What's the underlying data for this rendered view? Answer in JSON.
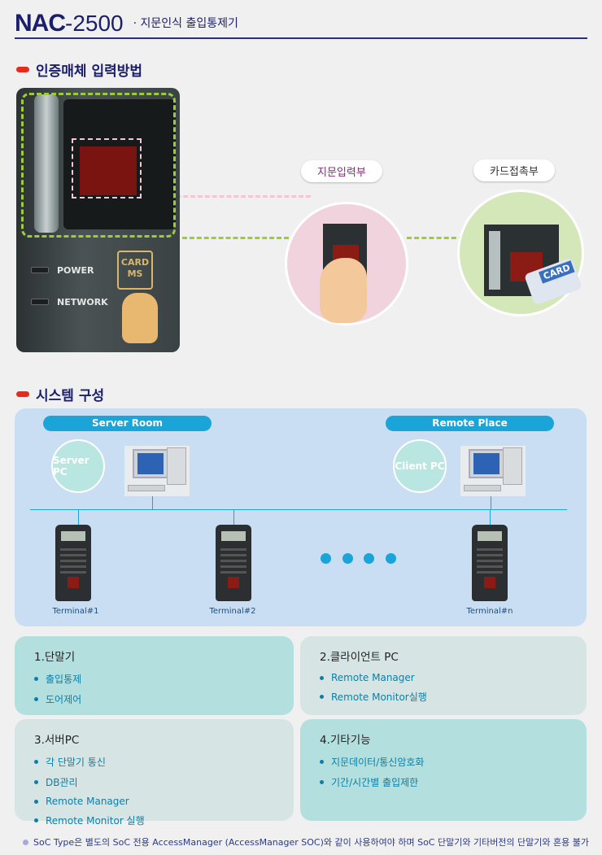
{
  "header": {
    "model": "NAC",
    "model_num": "-2500",
    "subtitle": "· 지문인식 출입통제기"
  },
  "section1": {
    "title": "인증매체 입력방법",
    "device": {
      "power": "POWER",
      "network": "NETWORK",
      "card": "CARD",
      "ms": "MS"
    },
    "fingerprint_label": "지문입력부",
    "card_label": "카드접촉부",
    "card_text": "CARD"
  },
  "section2": {
    "title": "시스템 구성",
    "server_room": "Server Room",
    "remote_place": "Remote Place",
    "server_pc": "Server PC",
    "client_pc": "Client PC",
    "terminals": [
      "Terminal#1",
      "Terminal#2",
      "Terminal#n"
    ]
  },
  "boxes": [
    {
      "title": "1.단말기",
      "items": [
        "출입통제",
        "도어제어"
      ]
    },
    {
      "title": "2.클라이언트 PC",
      "items": [
        "Remote Manager",
        "Remote Monitor실행"
      ]
    },
    {
      "title": "3.서버PC",
      "items": [
        "각 단말기 통신",
        "DB관리",
        "Remote Manager",
        "Remote Monitor 실행"
      ]
    },
    {
      "title": "4.기타기능",
      "items": [
        "지문데이터/통신암호화",
        "기간/시간별 출입제한"
      ]
    }
  ],
  "note": "SoC Type은 별도의 SoC 전용 AccessManager (AccessManager SOC)와 같이 사용하여야 하며 SoC 단말기와 기타버전의 단말기와 혼용 불가",
  "colors": {
    "accent": "#1aa4d8",
    "navy": "#1b1f6b",
    "red": "#e8291c"
  }
}
